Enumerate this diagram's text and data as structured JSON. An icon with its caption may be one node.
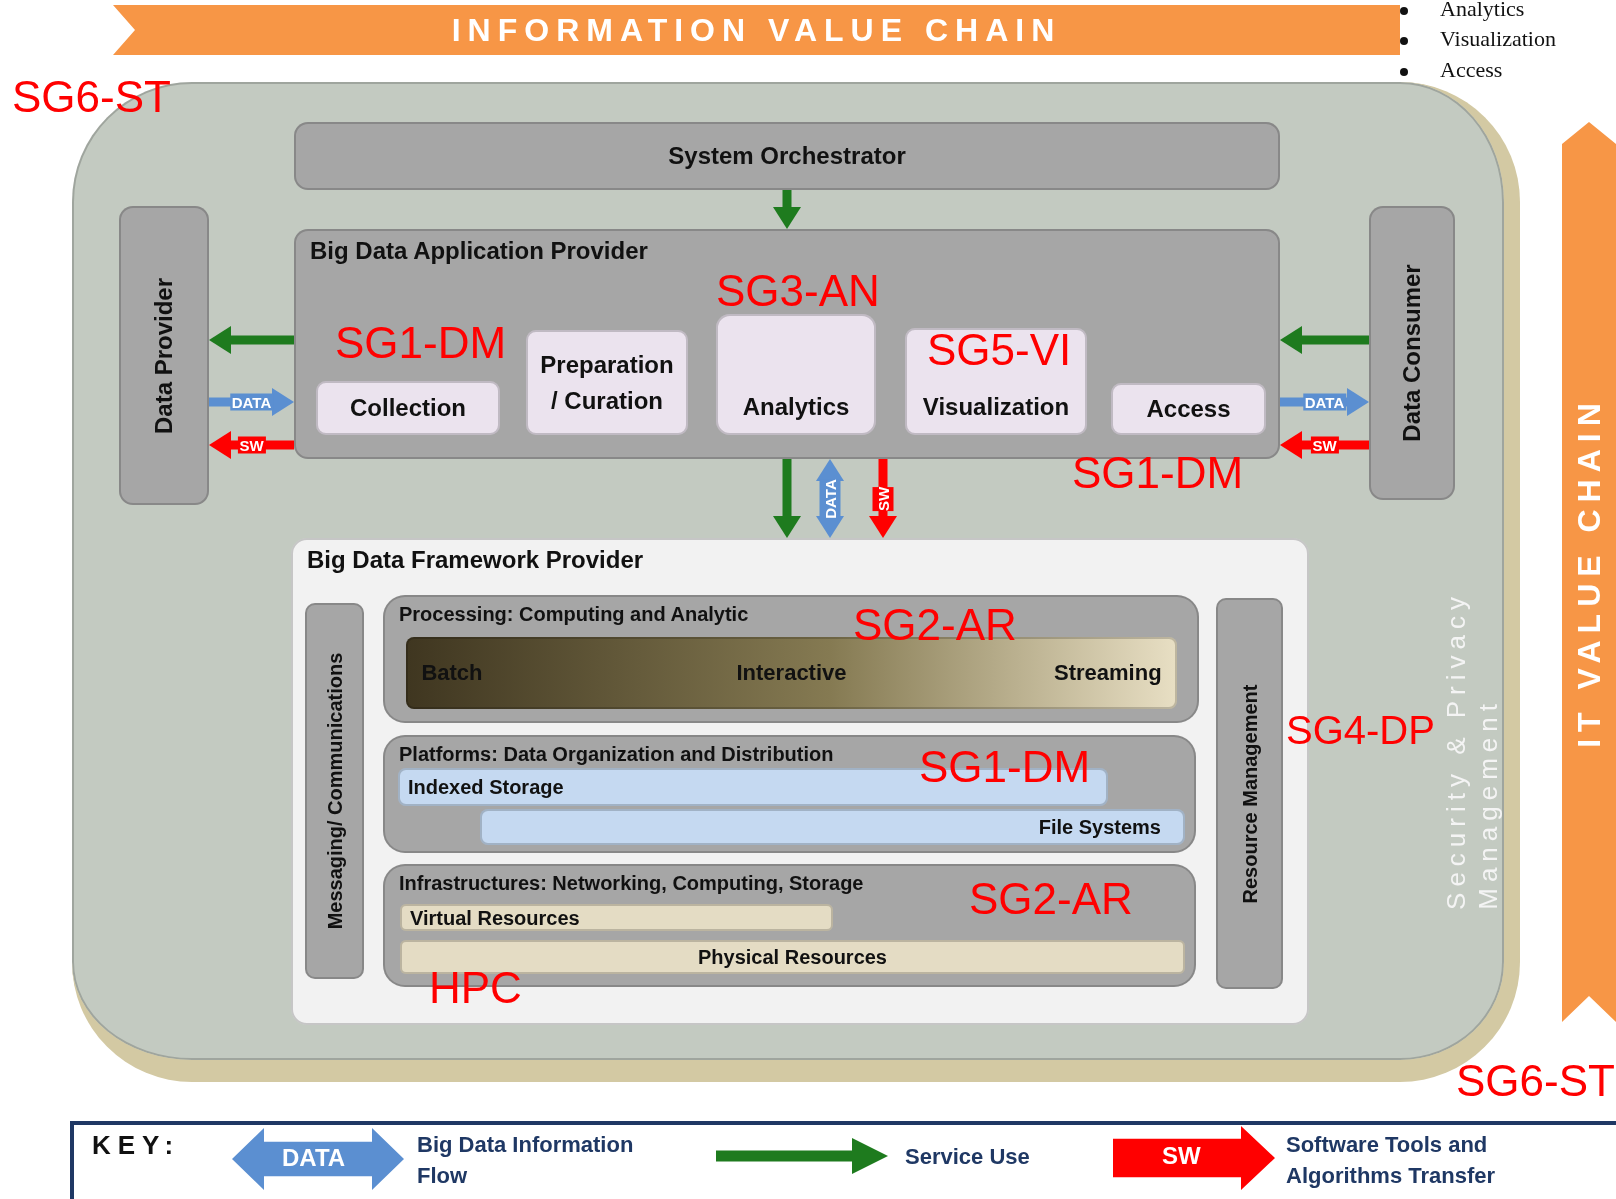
{
  "diagram": {
    "nodes": [
      {
        "text": [
          "INFORMATION VALUE CHAIN"
        ]
      },
      {
        "text": [
          "IT VALUE CHAIN"
        ]
      },
      {
        "text": [
          "Security & Privacy",
          "Management"
        ]
      },
      {
        "text": [
          "System Orchestrator"
        ],
        "in": 2
      },
      {
        "text": [
          "Data Provider"
        ],
        "in": 2
      },
      {
        "text": [
          "Data Consumer"
        ],
        "in": 2
      },
      {
        "text": [
          "Big Data Application Provider"
        ],
        "in": 2
      },
      {
        "text": [
          "Collection"
        ],
        "in": 6
      },
      {
        "text": [
          "Preparation / Curation"
        ],
        "in": 6
      },
      {
        "text": [
          "Analytics"
        ],
        "in": 6
      },
      {
        "text": [
          "Visualization"
        ],
        "in": 6
      },
      {
        "text": [
          "Access"
        ],
        "in": 6
      },
      {
        "text": [
          "Big Data Framework Provider"
        ],
        "in": 2
      },
      {
        "text": [
          "Messaging/ Communications"
        ],
        "in": 12
      },
      {
        "text": [
          "Processing: Computing and Analytic"
        ],
        "in": 12
      },
      {
        "text": [
          "Batch",
          "Interactive",
          "Streaming"
        ],
        "in": 14
      },
      {
        "text": [
          "Resource Management"
        ],
        "in": 12
      },
      {
        "text": [
          "Platforms: Data Organization and Distribution"
        ],
        "in": 12
      },
      {
        "text": [
          "Indexed Storage"
        ],
        "in": 17
      },
      {
        "text": [
          "File Systems"
        ],
        "in": 17
      },
      {
        "text": [
          "Infrastructures: Networking, Computing, Storage"
        ],
        "in": 12
      },
      {
        "text": [
          "Virtual Resources"
        ],
        "in": 20
      },
      {
        "text": [
          "Physical Resources"
        ],
        "in": 20
      }
    ],
    "edges": [
      {
        "from": 3,
        "to": 6,
        "arrow": "to",
        "color": "#1e7b1e"
      },
      {
        "from": 6,
        "to": 4,
        "arrow": "to",
        "color": "#1e7b1e"
      },
      {
        "from": 4,
        "to": 6,
        "arrow": "to",
        "label": "DATA",
        "color": "#5b8fd1"
      },
      {
        "from": 6,
        "to": 4,
        "arrow": "to",
        "label": "SW",
        "color": "#ff0000"
      },
      {
        "from": 5,
        "to": 6,
        "arrow": "to",
        "color": "#1e7b1e"
      },
      {
        "from": 6,
        "to": 5,
        "arrow": "to",
        "label": "DATA",
        "color": "#5b8fd1"
      },
      {
        "from": 5,
        "to": 6,
        "arrow": "to",
        "label": "SW",
        "color": "#ff0000"
      },
      {
        "from": 6,
        "to": 12,
        "arrow": "to",
        "color": "#1e7b1e"
      },
      {
        "from": 6,
        "to": 12,
        "arrow": "both",
        "label": "DATA",
        "color": "#5b8fd1"
      },
      {
        "from": 6,
        "to": 12,
        "arrow": "to",
        "label": "SW",
        "color": "#ff0000"
      }
    ],
    "labels": [
      "Analytics",
      "Visualization",
      "Access",
      "SG6-ST",
      "SG3-AN",
      "SG1-DM",
      "SG5-VI",
      "SG1-DM",
      "SG2-AR",
      "SG4-DP",
      "SG1-DM",
      "SG2-AR",
      "HPC",
      "SG6-ST",
      "KEY:",
      "DATA",
      "SW"
    ],
    "legend": [
      {
        "text": "Big Data Information Flow",
        "color": "#5b8fd1"
      },
      {
        "text": "Service Use",
        "color": "#1e7b1e"
      },
      {
        "text": "Software Tools and Algorithms Transfer",
        "color": "#ff0000"
      }
    ]
  }
}
